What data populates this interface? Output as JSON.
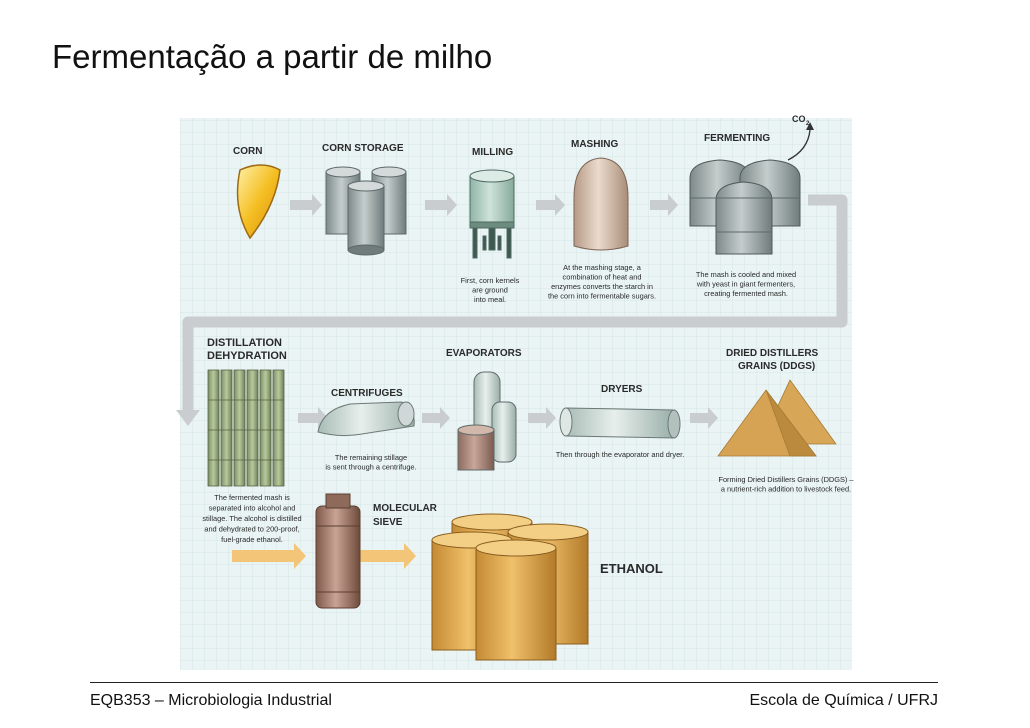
{
  "slide": {
    "title": "Fermentação a partir de milho",
    "footer_left": "EQB353 – Microbiologia Industrial",
    "footer_right": "Escola de Química / UFRJ"
  },
  "colors": {
    "grid_bg": "#eaf4f4",
    "arrow": "#c9cdd0",
    "corn": "#f2b71c",
    "ddgs": "#d6a354",
    "ethanol": "#d9a34a",
    "steel": "#9aa7a6",
    "mash": "#d2b8a3",
    "column": "#93a57c",
    "sieve": "#9e7663"
  },
  "stages": {
    "corn": "CORN",
    "corn_storage": "CORN STORAGE",
    "milling": "MILLING",
    "mashing": "MASHING",
    "fermenting": "FERMENTING",
    "co2": "CO",
    "co2_sub": "2",
    "distillation_1": "DISTILLATION",
    "distillation_2": "DEHYDRATION",
    "centrifuges": "CENTRIFUGES",
    "evaporators": "EVAPORATORS",
    "dryers": "DRYERS",
    "ddgs_1": "DRIED DISTILLERS",
    "ddgs_2": "GRAINS (DDGS)",
    "sieve_1": "MOLECULAR",
    "sieve_2": "SIEVE",
    "ethanol": "ETHANOL"
  },
  "captions": {
    "milling": [
      "First, corn kernels",
      "are ground",
      "into meal."
    ],
    "mashing": [
      "At the mashing stage, a",
      "combination of heat and",
      "enzymes converts the starch in",
      "the corn into fermentable sugars."
    ],
    "fermenting": [
      "The mash is cooled and mixed",
      "with yeast in giant fermenters,",
      "creating fermented mash."
    ],
    "distillation": [
      "The fermented mash is",
      "separated into alcohol and",
      "stillage. The alcohol is distilled",
      "and dehydrated to 200-proof,",
      "fuel-grade ethanol."
    ],
    "centrifuges": [
      "The remaining stillage",
      "is sent through a centrifuge."
    ],
    "dryers": [
      "Then through the evaporator and dryer."
    ],
    "ddgs": [
      "Forming Dried Distillers Grains (DDGS) –",
      "a nutrient-rich addition to livestock feed."
    ]
  }
}
